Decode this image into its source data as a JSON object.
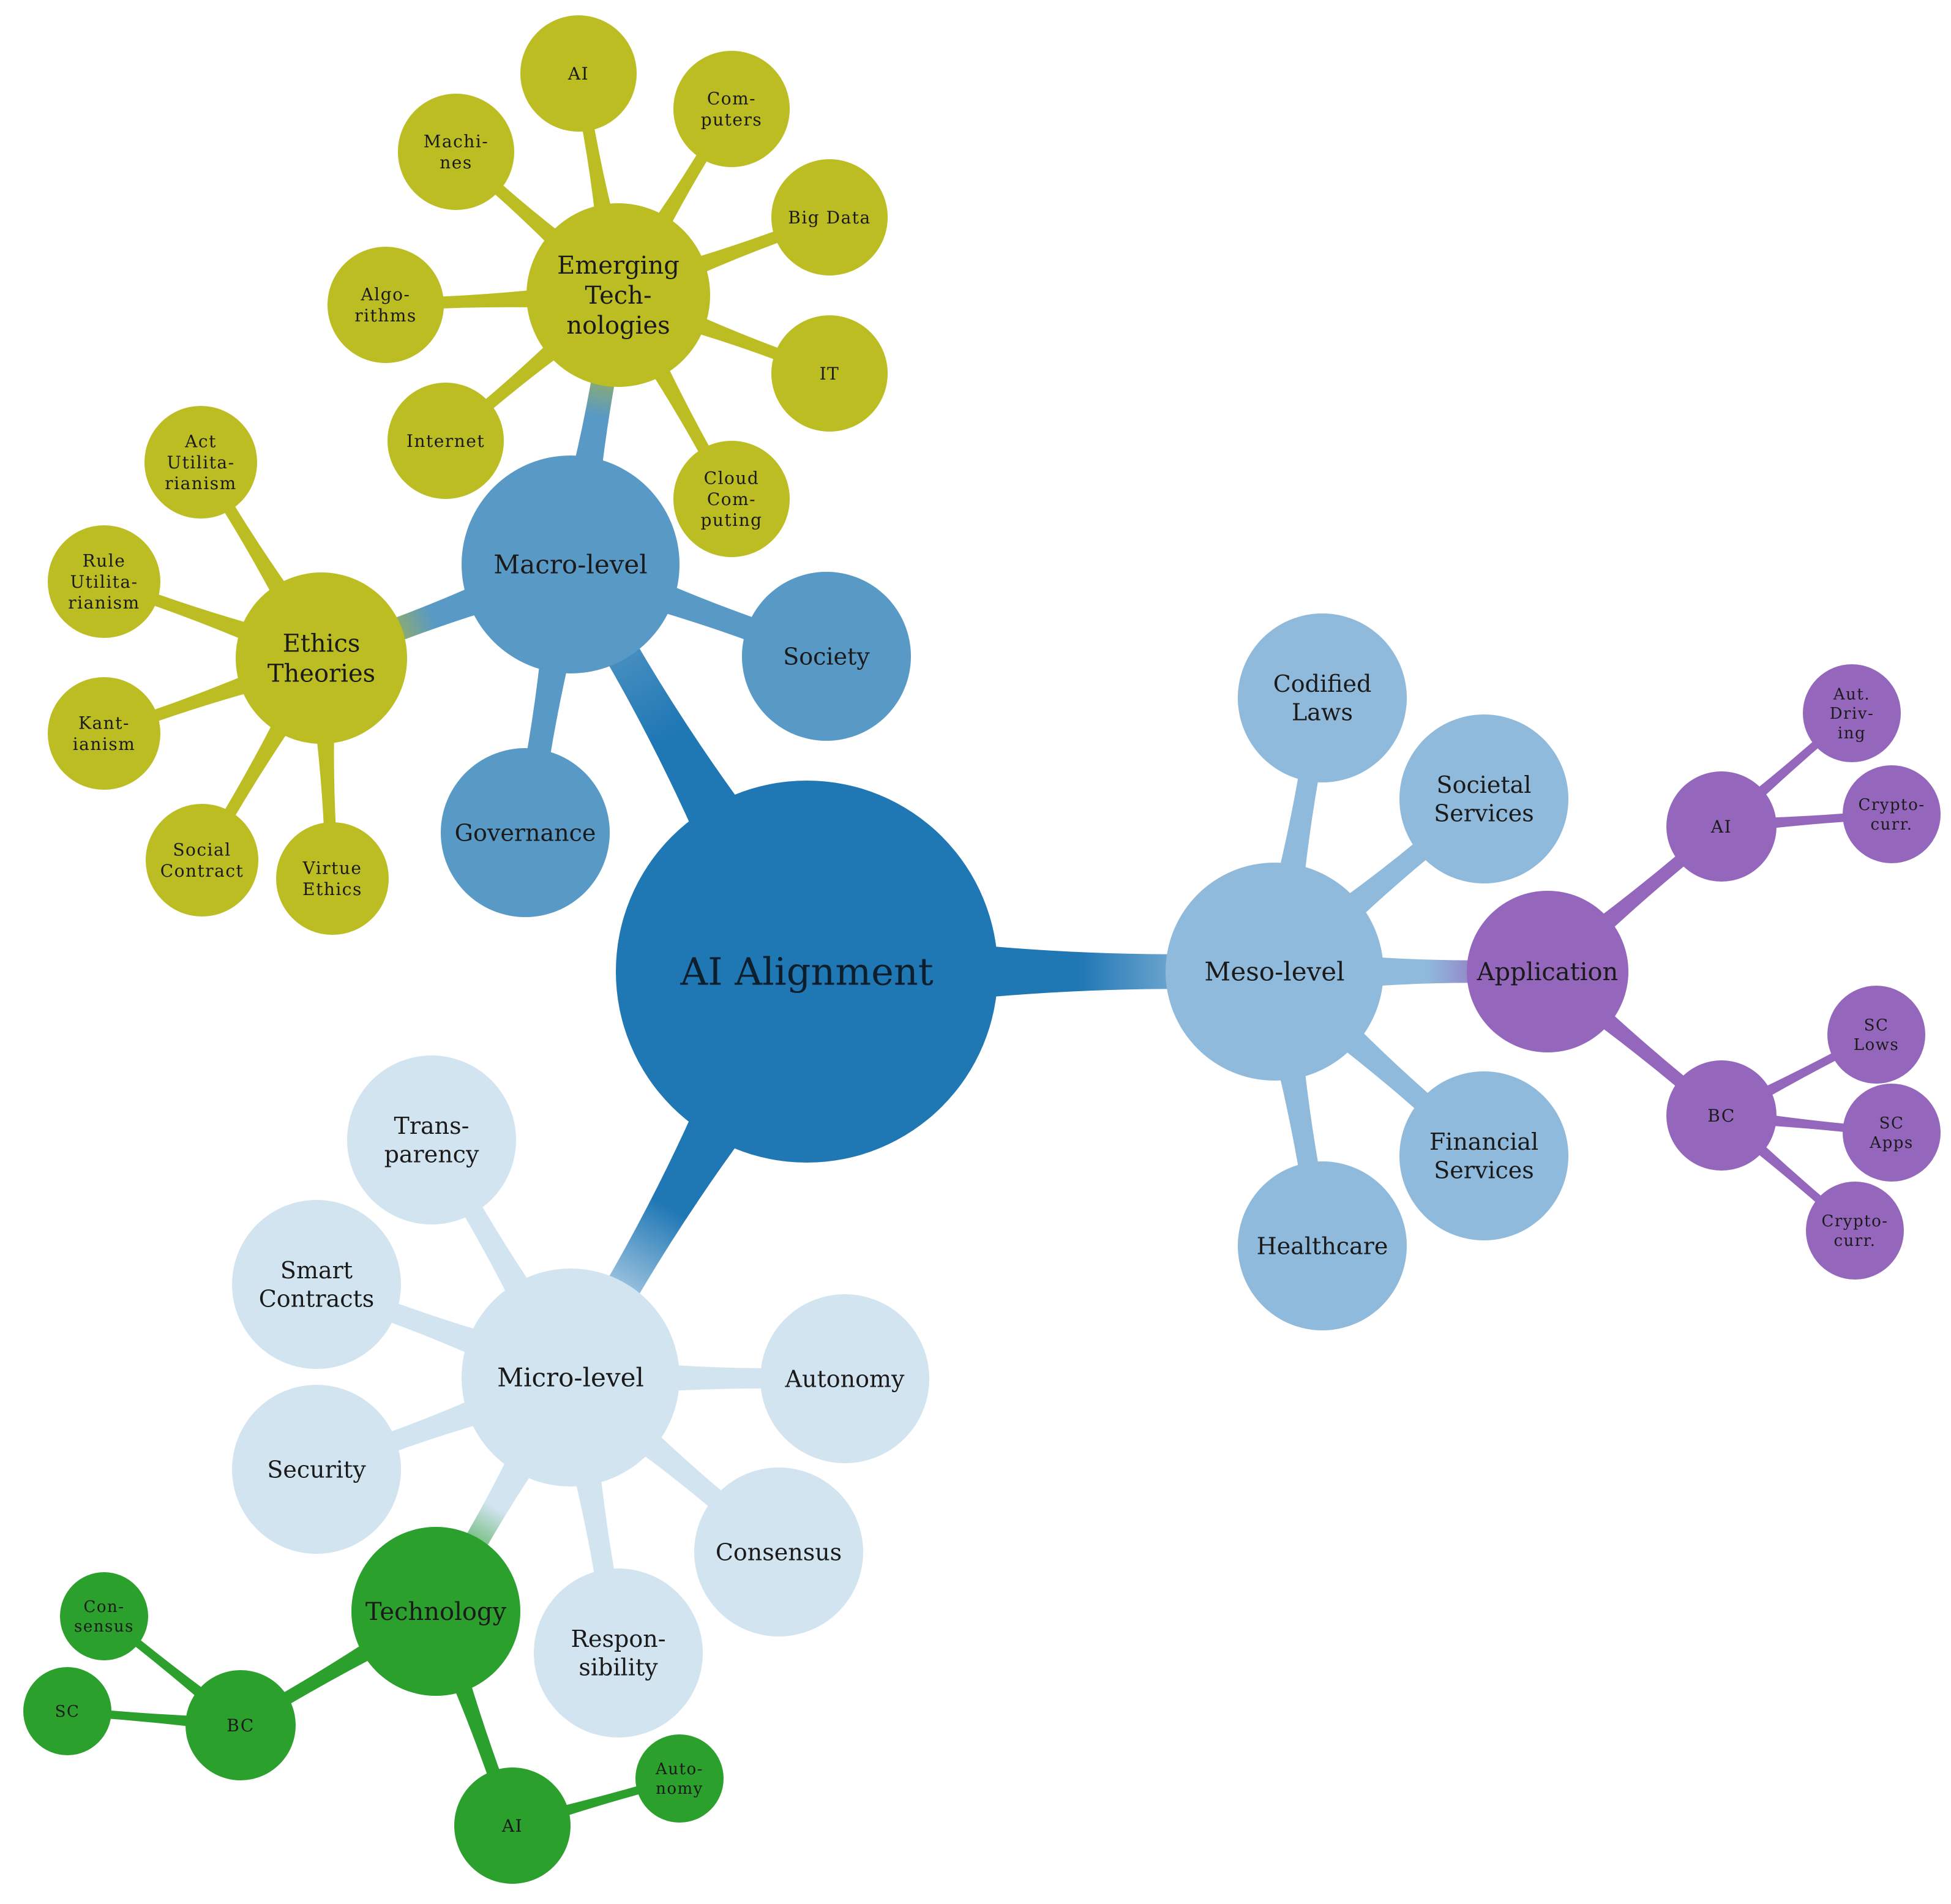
{
  "colors": {
    "root": "#1f77b4",
    "macro": "#5899c6",
    "meso": "#90badb",
    "micro": "#d3e4f1",
    "olive": "#bcbd22",
    "green": "#2ca02c",
    "purple": "#9467bd"
  },
  "mindmap": {
    "root": "AI Alignment",
    "macro": {
      "label": "Macro-level",
      "society": "Society",
      "governance": "Governance",
      "emerging": {
        "label": [
          "Emerging",
          "Tech-",
          "nologies"
        ],
        "children": [
          [
            "AI"
          ],
          [
            "Com-",
            "puters"
          ],
          [
            "Big Data"
          ],
          [
            "IT"
          ],
          [
            "Cloud",
            "Com-",
            "puting"
          ],
          [
            "Internet"
          ],
          [
            "Algo-",
            "rithms"
          ],
          [
            "Machi-",
            "nes"
          ]
        ]
      },
      "ethics": {
        "label": [
          "Ethics",
          "Theories"
        ],
        "children": [
          [
            "Act",
            "Utilita-",
            "rianism"
          ],
          [
            "Rule",
            "Utilita-",
            "rianism"
          ],
          [
            "Kant-",
            "ianism"
          ],
          [
            "Social",
            "Contract"
          ],
          [
            "Virtue",
            "Ethics"
          ]
        ]
      }
    },
    "meso": {
      "label": "Meso-level",
      "children": [
        [
          "Codified",
          "Laws"
        ],
        [
          "Societal",
          "Services"
        ],
        [
          "Financial",
          "Services"
        ],
        [
          "Healthcare"
        ]
      ],
      "application": {
        "label": "Application",
        "ai": {
          "label": "AI",
          "children": [
            [
              "Aut.",
              "Driv-",
              "ing"
            ],
            [
              "Crypto-",
              "curr."
            ]
          ]
        },
        "bc": {
          "label": "BC",
          "children": [
            [
              "SC",
              "Lows"
            ],
            [
              "SC",
              "Apps"
            ],
            [
              "Crypto-",
              "curr."
            ]
          ]
        }
      }
    },
    "micro": {
      "label": "Micro-level",
      "children": [
        [
          "Trans-",
          "parency"
        ],
        [
          "Smart",
          "Contracts"
        ],
        [
          "Security"
        ],
        [
          "Autonomy"
        ],
        [
          "Consensus"
        ],
        [
          "Respon-",
          "sibility"
        ]
      ],
      "technology": {
        "label": "Technology",
        "bc": {
          "label": "BC",
          "children": [
            [
              "Con-",
              "sensus"
            ],
            [
              "SC"
            ]
          ]
        },
        "ai": {
          "label": "AI",
          "children": [
            [
              "Auto-",
              "nomy"
            ]
          ]
        }
      }
    }
  }
}
